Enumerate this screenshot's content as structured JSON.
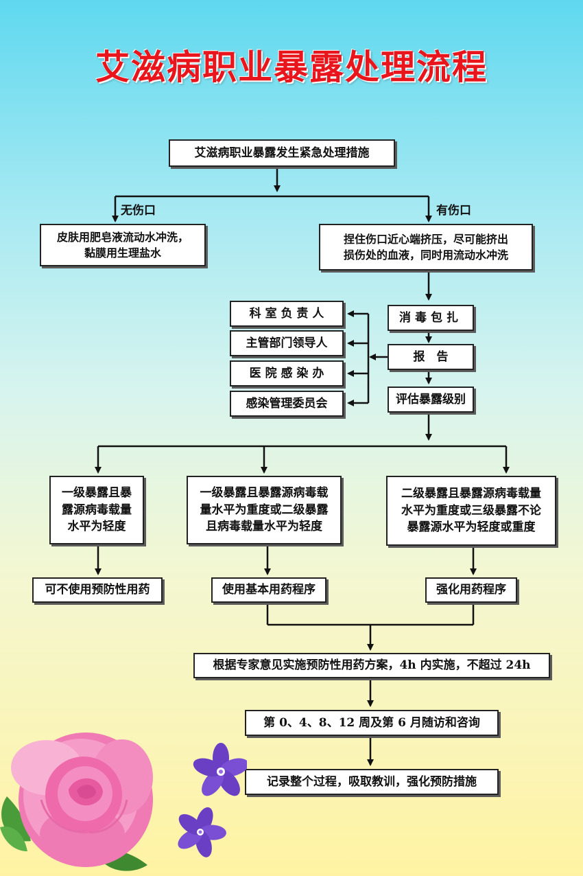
{
  "title": "艾滋病职业暴露处理流程",
  "start": "艾滋病职业暴露发生紧急处理措施",
  "branch_left_label": "无伤口",
  "branch_right_label": "有伤口",
  "no_wound_action": [
    "皮肤用肥皂液流动水冲洗，",
    "黏膜用生理盐水"
  ],
  "wound_action": [
    "捏住伤口近心端挤压，尽可能挤出",
    "损伤处的血液，同时用流动水冲洗"
  ],
  "disinfect": "消毒包扎",
  "report": "报　告",
  "report_targets": [
    "科 室 负 责 人",
    "主管部门领导人",
    "医 院 感 染 办",
    "感染管理委员会"
  ],
  "assess": "评估暴露级别",
  "levels": [
    [
      "一级暴露且暴",
      "露源病毒载量",
      "水平为轻度"
    ],
    [
      "一级暴露且暴露源病毒载",
      "量水平为重度或二级暴露",
      "且病毒载量水平为轻度"
    ],
    [
      "二级暴露且暴露源病毒载量",
      "水平为重度或三级暴露不论",
      "暴露源水平为轻度或重度"
    ]
  ],
  "outcomes": [
    "可不使用预防性用药",
    "使用基本用药程序",
    "强化用药程序"
  ],
  "prophylaxis": "根据专家意见实施预防性用药方案，4h 内实施，不超过 24h",
  "followup": "第 0、4、8、12 周及第 6 月随访和咨询",
  "record": "记录整个过程，吸取教训，强化预防措施",
  "colors": {
    "title": "#e8161c",
    "line": "#111111",
    "box_border": "#222222"
  },
  "decoration": {
    "flower_icon": "pink-rose",
    "small_flower_icon": "purple-periwinkle"
  }
}
